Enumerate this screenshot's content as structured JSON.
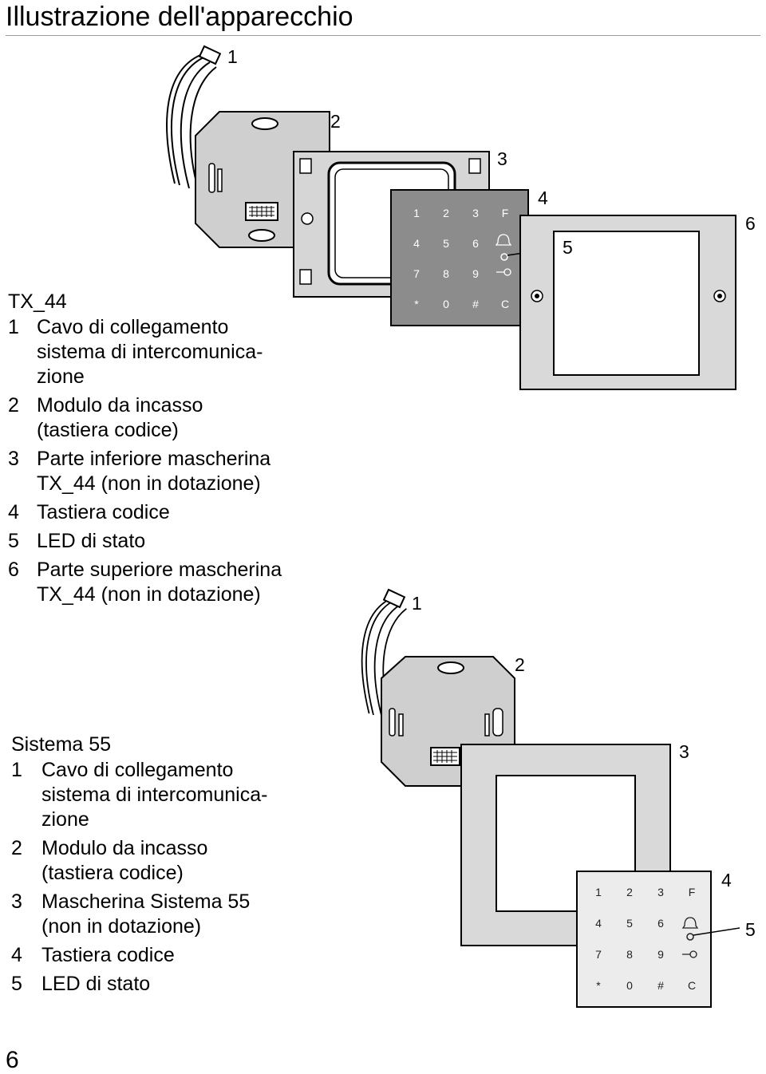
{
  "page": {
    "title": "Illustrazione dell'apparecchio",
    "page_number": "6"
  },
  "section_a": {
    "heading": "TX_44",
    "items": [
      {
        "num": "1",
        "text": "Cavo di collegamento\nsistema di intercomunica-\nzione"
      },
      {
        "num": "2",
        "text": "Modulo da incasso\n(tastiera codice)"
      },
      {
        "num": "3",
        "text": "Parte inferiore mascherina\nTX_44 (non in dotazione)"
      },
      {
        "num": "4",
        "text": "Tastiera codice"
      },
      {
        "num": "5",
        "text": "LED di stato"
      },
      {
        "num": "6",
        "text": "Parte superiore mascherina\nTX_44 (non in dotazione)"
      }
    ],
    "callouts": [
      "1",
      "2",
      "3",
      "4",
      "5",
      "6"
    ]
  },
  "section_b": {
    "heading": "Sistema 55",
    "items": [
      {
        "num": "1",
        "text": "Cavo di collegamento\nsistema di intercomunica-\nzione"
      },
      {
        "num": "2",
        "text": "Modulo da incasso\n(tastiera codice)"
      },
      {
        "num": "3",
        "text": "Mascherina Sistema 55\n(non in dotazione)"
      },
      {
        "num": "4",
        "text": "Tastiera codice"
      },
      {
        "num": "5",
        "text": "LED di stato"
      }
    ],
    "callouts": [
      "1",
      "2",
      "3",
      "4",
      "5"
    ]
  },
  "keypad": {
    "keys": [
      "1",
      "2",
      "3",
      "F",
      "4",
      "5",
      "6",
      "",
      "7",
      "8",
      "9",
      "",
      "*",
      "0",
      "#",
      "C"
    ]
  },
  "colors": {
    "frame_gray": "#d9d9d9",
    "module_gray": "#cfcfcf",
    "keypad_dark": "#8c8c8c",
    "keypad_light": "#dcdcdc",
    "line": "#000000"
  }
}
